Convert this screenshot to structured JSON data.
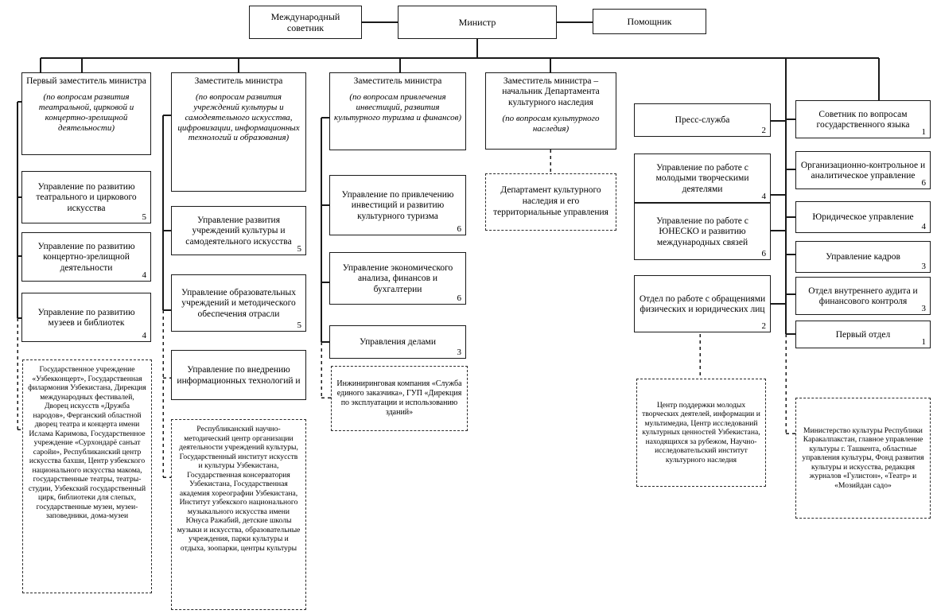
{
  "diagram": {
    "title": "Структура Министерства культуры",
    "type": "organizational-chart",
    "line_color": "#1a1a1a",
    "box_fill": "#ffffff"
  },
  "top": {
    "international_advisor": "Международный советник",
    "minister": "Министр",
    "assistant": "Помощник"
  },
  "deputies": {
    "first_deputy": {
      "title": "Первый заместитель министра",
      "scope": "(по вопросам развития театральной, цирковой и концертно-зрелищной деятельности)"
    },
    "deputy_culture": {
      "title": "Заместитель министра",
      "scope": "(по вопросам развития учреждений культуры и самодеятельного искусства, цифровизации, информационных технологий и образования)"
    },
    "deputy_investment": {
      "title": "Заместитель министра",
      "scope": "(по вопросам привлечения инвестиций, развития культурного туризма и финансов)"
    },
    "deputy_heritage": {
      "title": "Заместитель министра – начальник Департамента культурного наследия",
      "scope": "(по вопросам культурного наследия)"
    }
  },
  "column1": [
    {
      "label": "Управление по развитию театрального и циркового искусства",
      "count": "5"
    },
    {
      "label": "Управление по развитию концертно-зрелищной деятельности",
      "count": "4"
    },
    {
      "label": "Управление по развитию музеев и библиотек",
      "count": "4"
    }
  ],
  "column2": [
    {
      "label": "Управление развития учреждений культуры и самодеятельного искусства",
      "count": "5"
    },
    {
      "label": "Управление образовательных учреждений и методического обеспечения отрасли",
      "count": "5"
    },
    {
      "label": "Управление по внедрению информационных технологий и",
      "count": ""
    }
  ],
  "column3": [
    {
      "label": "Управление по привлечению инвестиций и развитию культурного туризма",
      "count": "6"
    },
    {
      "label": "Управление экономического анализа, финансов и бухгалтерии",
      "count": "6"
    },
    {
      "label": "Управления делами",
      "count": "3"
    }
  ],
  "column4": {
    "heritage_department": "Департамент культурного наследия и его территориальные управления"
  },
  "column5": [
    {
      "label": "Пресс-служба",
      "count": "2"
    },
    {
      "label": "Управление по работе с молодыми творческими деятелями",
      "count": "4"
    },
    {
      "label": "Управление по работе с ЮНЕСКО и развитию международных связей",
      "count": "6"
    },
    {
      "label": "Отдел по работе с обращениями физических и юридических лиц",
      "count": "2"
    }
  ],
  "column6": [
    {
      "label": "Советник по вопросам государственного языка",
      "count": "1"
    },
    {
      "label": "Организационно-контрольное и аналитическое управление",
      "count": "6"
    },
    {
      "label": "Юридическое управление",
      "count": "4"
    },
    {
      "label": "Управление кадров",
      "count": "3"
    },
    {
      "label": "Отдел внутреннего аудита и финансового контроля",
      "count": "3"
    },
    {
      "label": "Первый отдел",
      "count": "1"
    }
  ],
  "subordinate": {
    "arts_organizations": "Государственное учреждение «Узбекконцерт», Государственная филармония Узбекистана, Дирекция международных фестивалей, Дворец искусств «Дружба народов», Ферганский областной дворец театра и концерта имени Ислама Каримова, Государственное учреждение «Сурхондарё санъат саройи», Республиканский центр искусства бахши, Центр узбекского национального искусства макома, государственные театры, театры-студии, Узбекский государственный цирк, библиотеки для слепых, государственные музеи, музеи-заповедники, дома-музеи",
    "education_organizations": "Республиканский научно-методический центр организации деятельности учреждений культуры, Государственный институт искусств и культуры Узбекистана, Государственная консерватория Узбекистана, Государственная академия хореографии Узбекистана, Институт узбекского национального музыкального искусства имени Юнуса Ражабий, детские школы музыки и искусства, образовательные учреждения, парки культуры и отдыха, зоопарки, центры культуры",
    "engineering": "Инжиниринговая компания «Служба единого заказчика», ГУП «Дирекция по эксплуатации и использованию зданий»",
    "research_centers": "Центр поддержки молодых творческих деятелей, информации и мультимедиа, Центр исследований культурных ценностей Узбекистана, находящихся за рубежом, Научно-исследовательский институт культурного наследия",
    "regional_bodies": "Министерство культуры Республики Каракалпакстан, главное управление культуры г. Ташкента, областные управления культуры, Фонд развития культуры и искусства, редакция журналов «Гулистон», «Театр» и «Мозийдан садо»"
  }
}
